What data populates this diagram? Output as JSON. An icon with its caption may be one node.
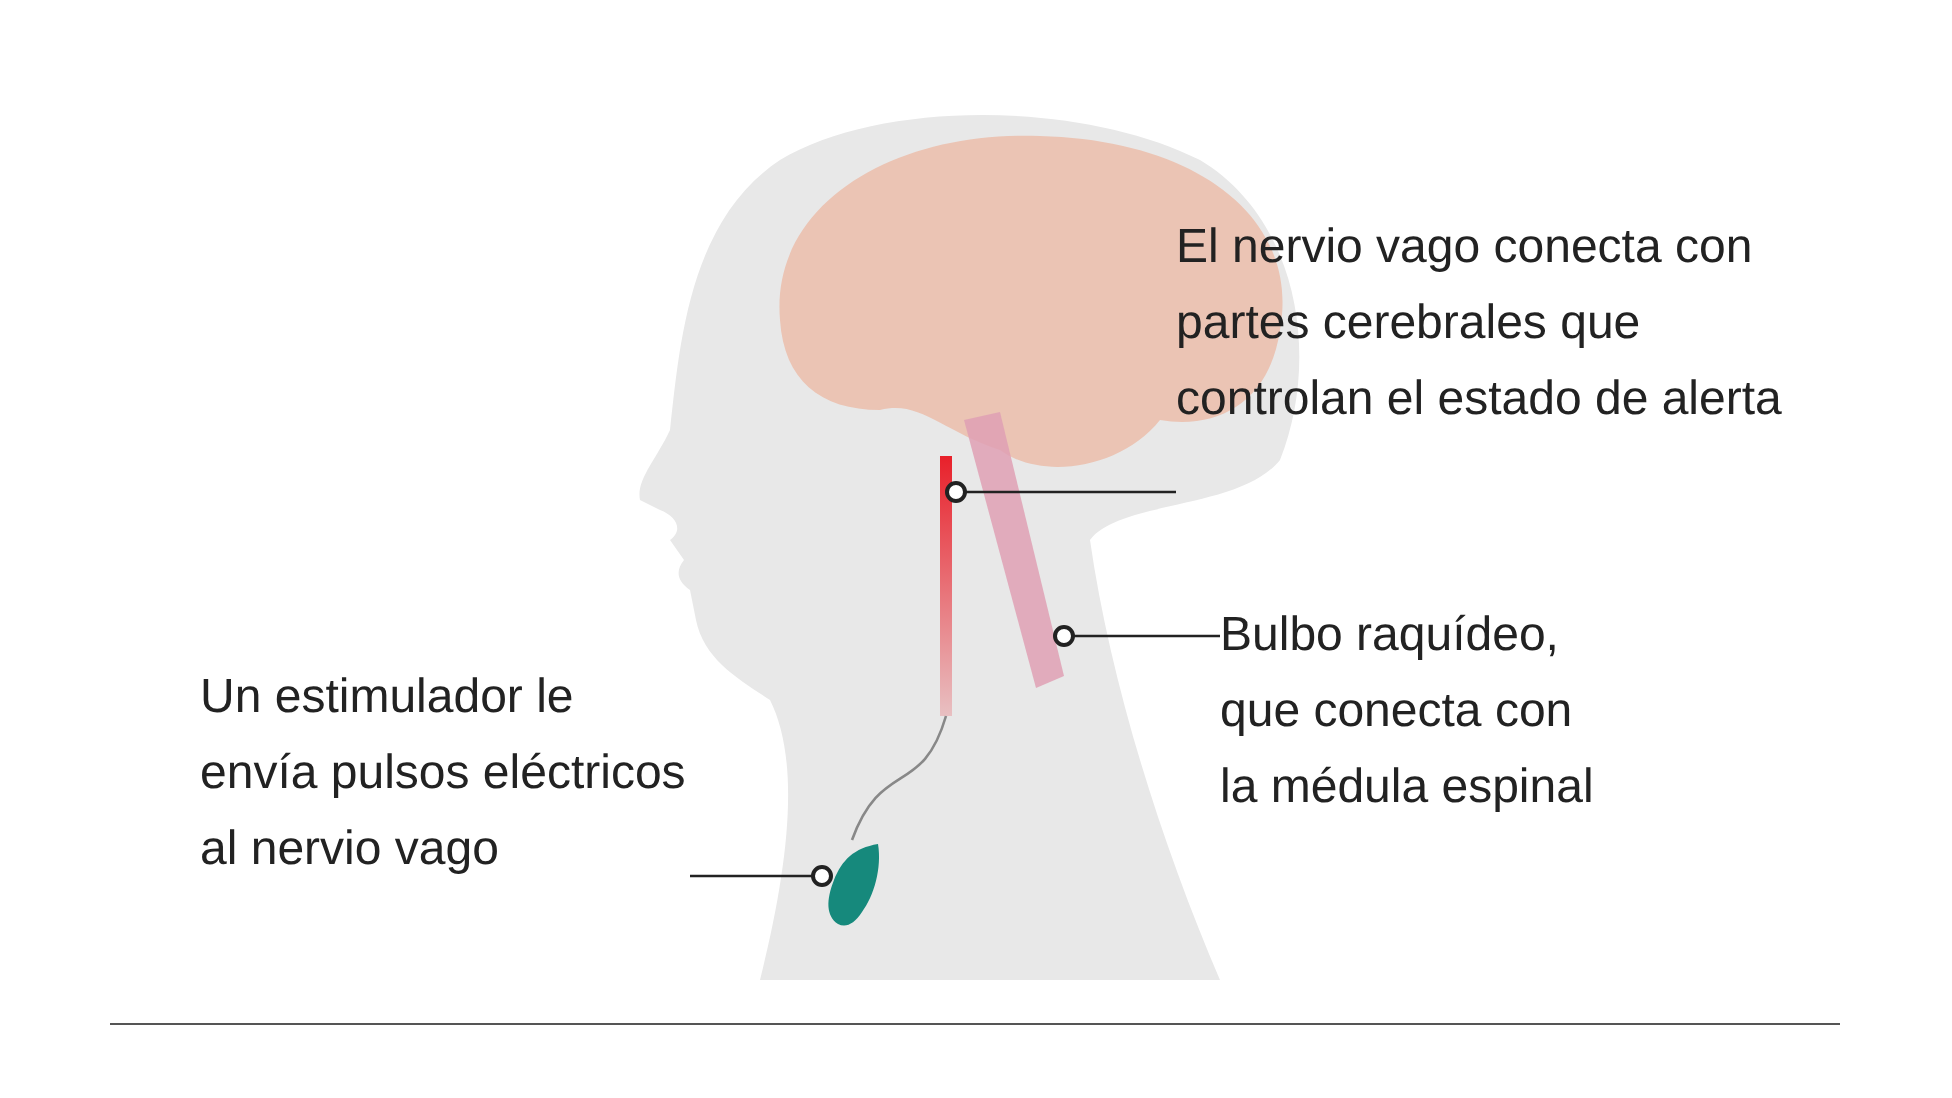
{
  "diagram": {
    "nodes": [
      {
        "text": [
          "El nervio vago conecta con partes cerebrales que controlan el estado de alerta"
        ]
      },
      {
        "text": [],
        "shape": "bar"
      },
      {
        "text": [
          "Bulbo raquídeo, que conecta con la médula espinal"
        ]
      },
      {
        "text": [],
        "shape": "bar"
      },
      {
        "text": [
          "Un estimulador le envía pulsos eléctricos al nervio vago"
        ]
      },
      {
        "text": [],
        "shape": "picture"
      }
    ],
    "edges": [
      {
        "from": 0,
        "to": 1,
        "arrow": "other"
      },
      {
        "from": 2,
        "to": 3,
        "arrow": "other"
      },
      {
        "from": 4,
        "to": 5,
        "arrow": "other"
      },
      {
        "from": 5,
        "to": 1,
        "arrow": "none",
        "color": "#888888"
      }
    ]
  }
}
